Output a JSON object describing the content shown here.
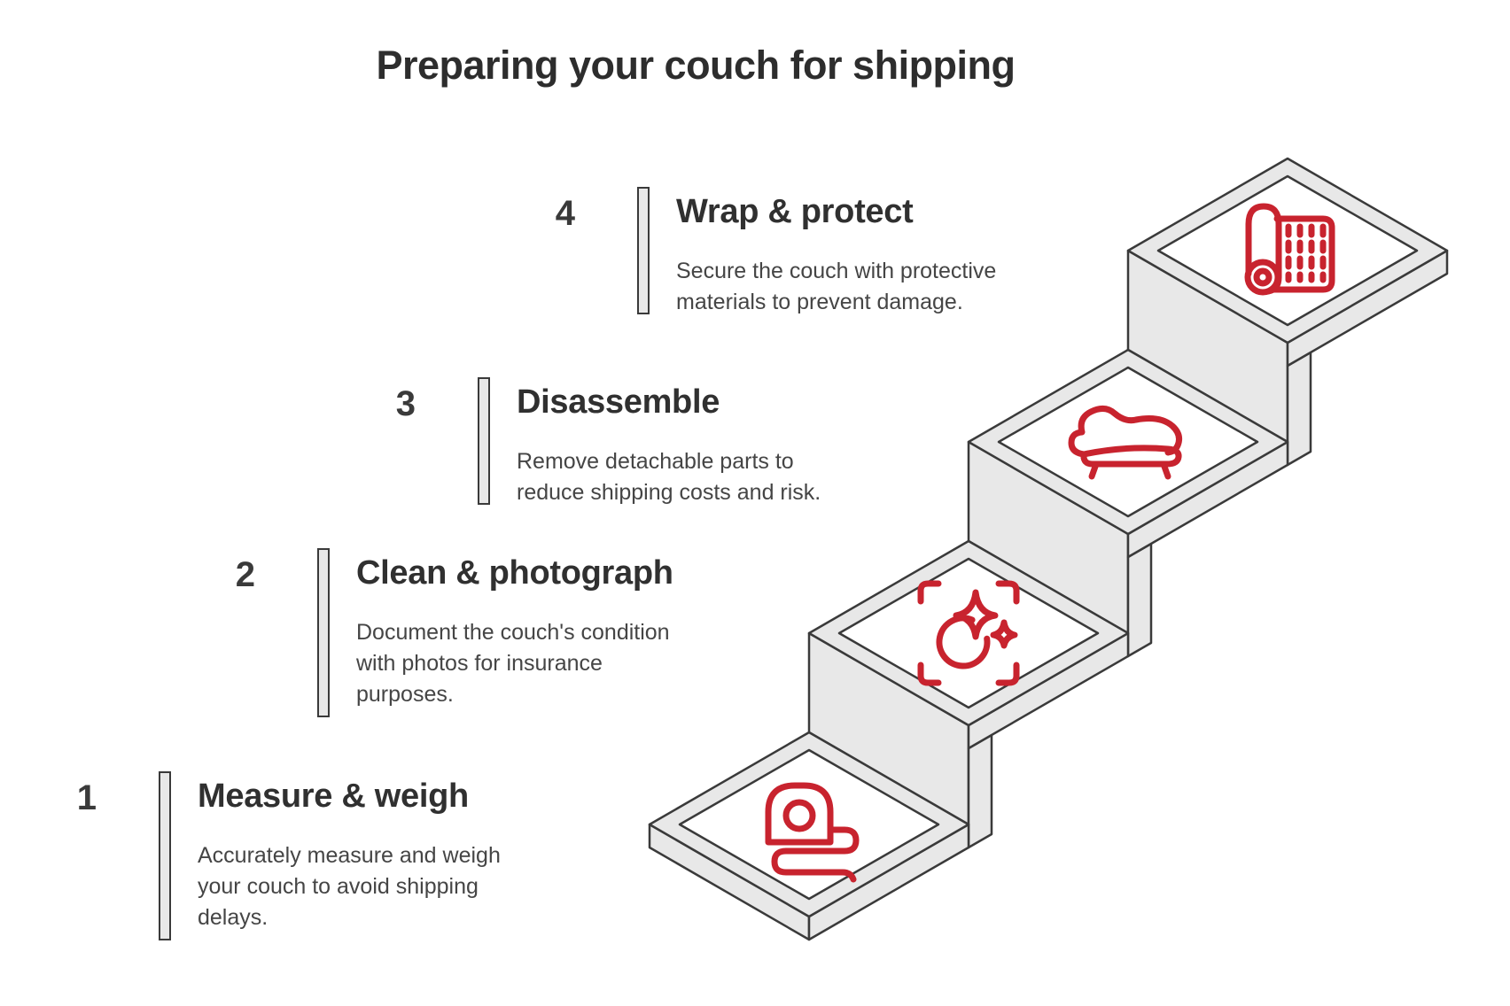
{
  "title": "Preparing your couch for shipping",
  "accent_color": "#c8232e",
  "surface_color": "#e8e8e8",
  "outline_color": "#3a3a3a",
  "steps": [
    {
      "number": "1",
      "heading": "Measure & weigh",
      "desc": "Accurately measure and weigh\nyour couch to avoid shipping\ndelays.",
      "icon": "measuring-tape-icon"
    },
    {
      "number": "2",
      "heading": "Clean & photograph",
      "desc": "Document the couch's condition\nwith photos for insurance\npurposes.",
      "icon": "camera-sparkle-icon"
    },
    {
      "number": "3",
      "heading": "Disassemble",
      "desc": "Remove detachable parts to\nreduce shipping costs and risk.",
      "icon": "couch-icon"
    },
    {
      "number": "4",
      "heading": "Wrap & protect",
      "desc": "Secure the couch with protective\nmaterials to prevent damage.",
      "icon": "wrap-roll-icon"
    }
  ]
}
